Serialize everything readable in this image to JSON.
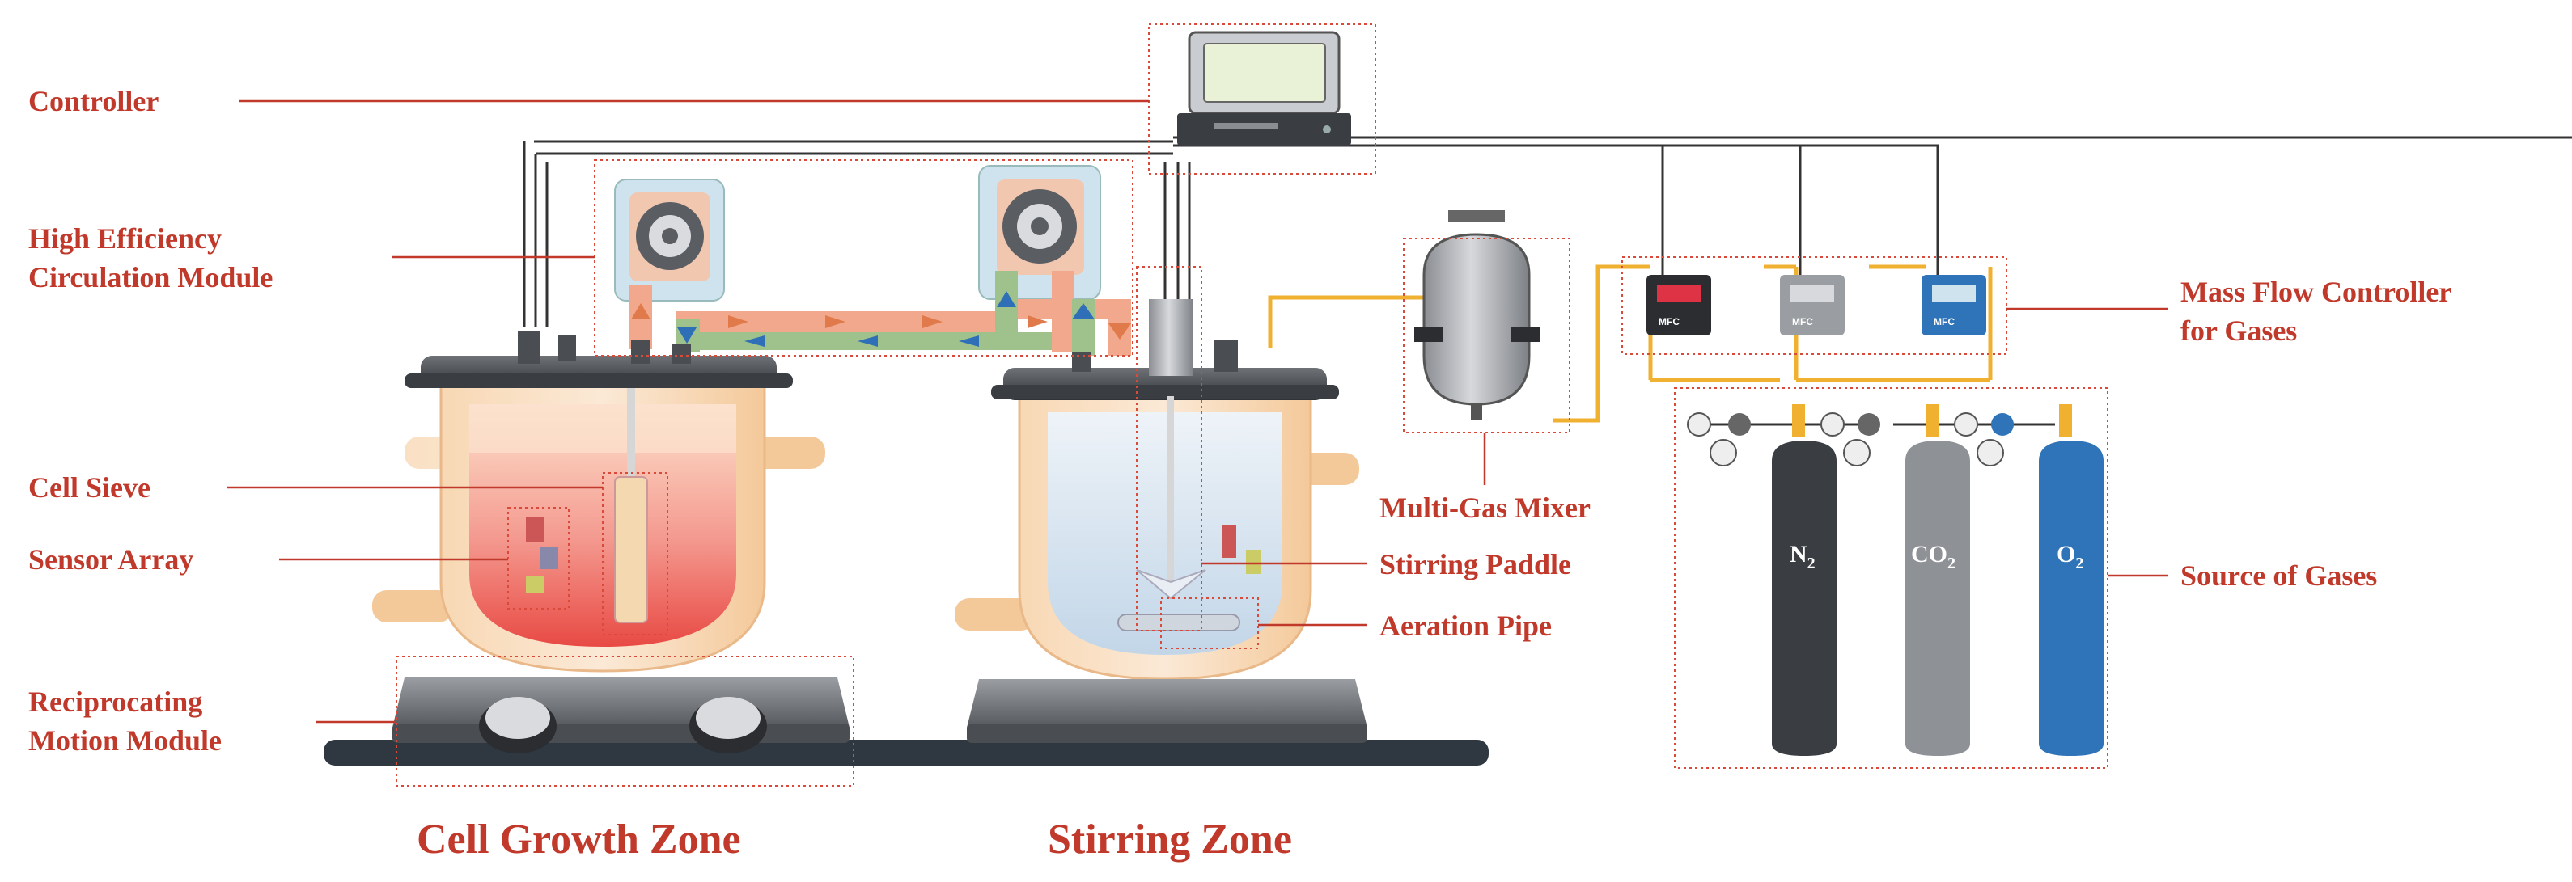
{
  "labels": {
    "controller": "Controller",
    "circulation_1": "High Efficiency",
    "circulation_2": "Circulation Module",
    "cell_sieve": "Cell Sieve",
    "sensor_array": "Sensor Array",
    "reciprocating_1": "Reciprocating",
    "reciprocating_2": "Motion Module",
    "multi_gas_mixer": "Multi-Gas Mixer",
    "stirring_paddle": "Stirring Paddle",
    "aeration_pipe": "Aeration Pipe",
    "mfc_1": "Mass Flow Controller",
    "mfc_2": "for Gases",
    "source_of_gases": "Source of Gases"
  },
  "zones": {
    "cell_growth": "Cell Growth Zone",
    "stirring": "Stirring Zone"
  },
  "mfc_units": [
    "MFC",
    "MFC",
    "MFC"
  ],
  "cylinders": [
    {
      "main": "N",
      "sub": "2",
      "color": "#3a3d42"
    },
    {
      "main": "CO",
      "sub": "2",
      "color": "#8e9196"
    },
    {
      "main": "O",
      "sub": "2",
      "color": "#2f73b8"
    }
  ],
  "colors": {
    "label": "#c0392b",
    "flow_out": "#e07a4a",
    "flow_return": "#2f6fb8",
    "gas_line": "#f0b030"
  }
}
